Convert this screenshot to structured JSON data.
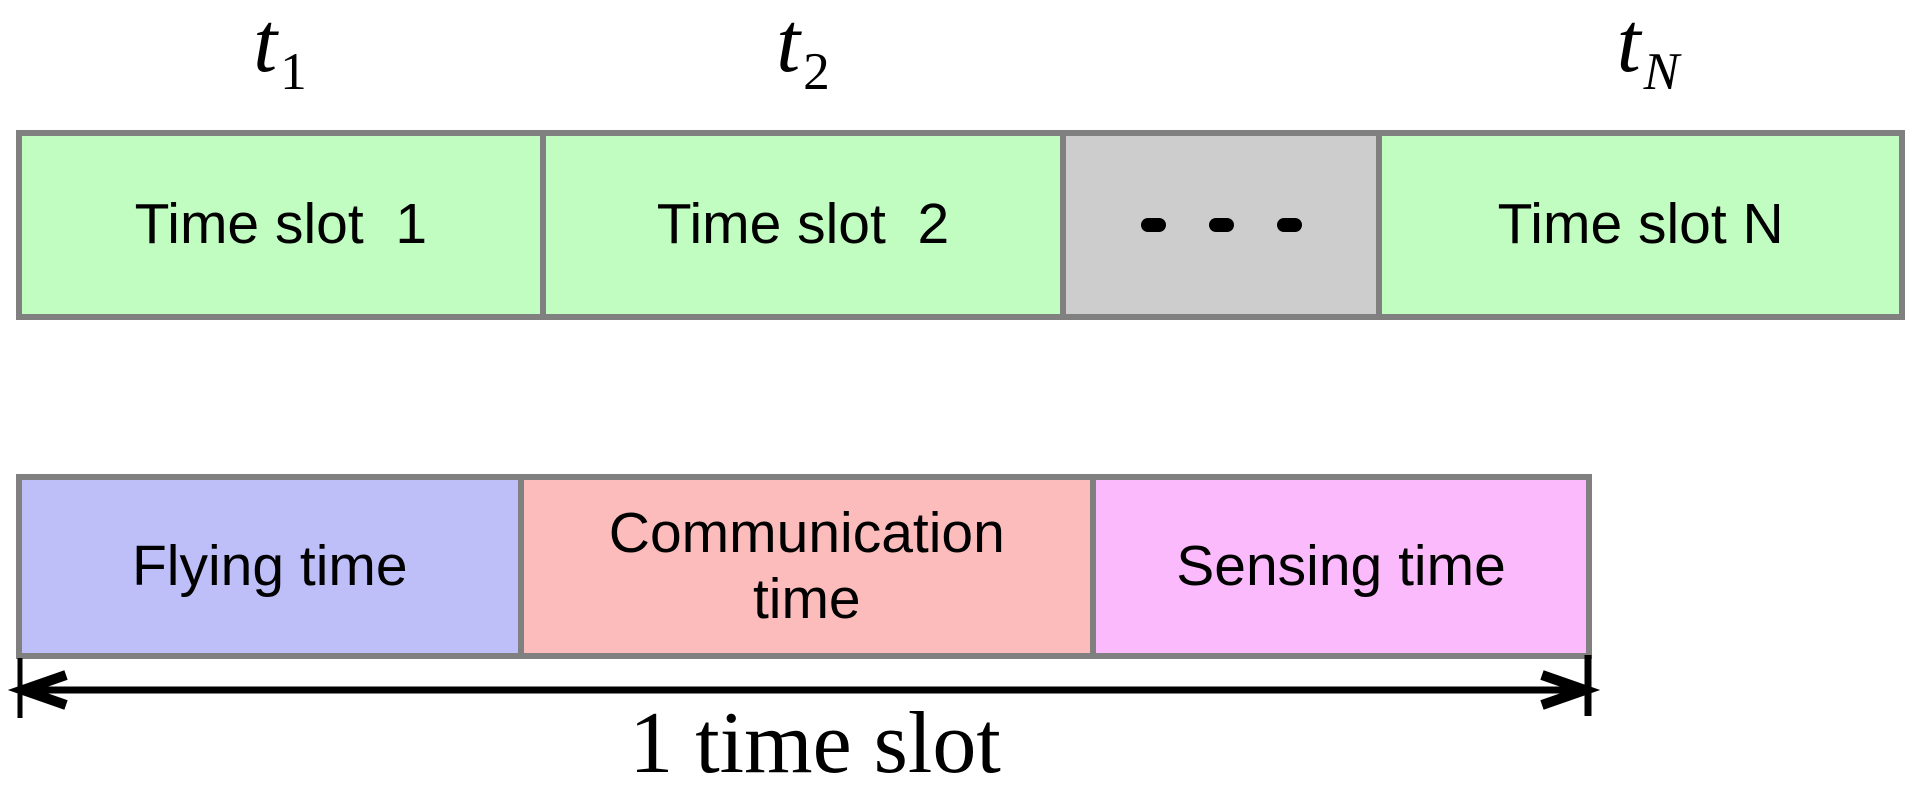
{
  "figure": {
    "top_labels": [
      {
        "base": "t",
        "sub": "1"
      },
      {
        "base": "t",
        "sub": "2"
      },
      {
        "base": "t",
        "sub": "N"
      }
    ],
    "top_bar": {
      "cells": [
        {
          "label": "Time slot  1"
        },
        {
          "label": "Time slot  2"
        },
        {
          "label": "",
          "icon": "ellipsis-dashes-icon"
        },
        {
          "label": "Time slot N"
        }
      ]
    },
    "bottom_bar": {
      "cells": [
        {
          "label": "Flying time"
        },
        {
          "label": "Communication time"
        },
        {
          "label": "Sensing time"
        }
      ]
    },
    "arrow_label": "1 time slot",
    "colors": {
      "slot_green": "#c1fdc1",
      "ellipsis_gray": "#cdcdcd",
      "border_gray": "#808080",
      "flying_purple": "#bebef9",
      "communication_pink": "#fcbcbc",
      "sensing_magenta": "#fbbafb",
      "ink_black": "#000000"
    }
  }
}
